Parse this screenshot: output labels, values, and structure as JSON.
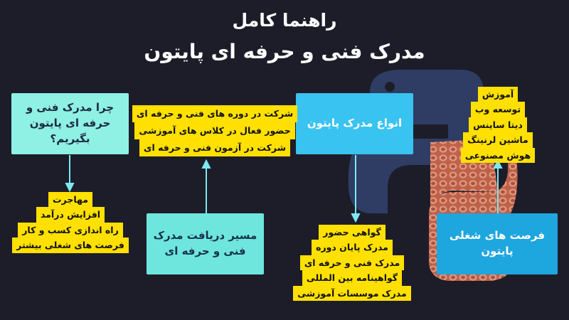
{
  "title": {
    "line1": "راهنما کامل",
    "line2": "مدرک فنی و حرفه ای پایتون"
  },
  "boxes": {
    "why": "چرا مدرک فنی و حرفه ای پایتون بگیریم؟",
    "path": "مسیر دریافت مدرک فنی و حرفه ای",
    "types": "انواع مدرک پایتون",
    "jobs": "فرصت های شغلی پایتون"
  },
  "benefits": [
    "مهاجرت",
    "افزایش درآمد",
    "راه اندازی کسب و کار",
    "فرصت های شغلی بیشتر"
  ],
  "path_steps": [
    "شرکت در دوره های فنی و حرفه ای",
    "حضور فعال در کلاس های آموزشی",
    "شرکت در آزمون فنی و حرفه ای"
  ],
  "certificate_types": [
    "گواهی حضور",
    "مدرک پایان دوره",
    "مدرک فنی و حرفه ای",
    "گواهینامه بین المللی",
    "مدرک موسسات آموزشی"
  ],
  "job_fields": [
    "آموزش",
    "توسعه وب",
    "دیتا ساینس",
    "ماشین لرنینگ",
    "هوش مصنوعی"
  ],
  "colors": {
    "background": "#1d1d2a",
    "highlight": "#ffe000",
    "connector": "#7ee8f0"
  }
}
